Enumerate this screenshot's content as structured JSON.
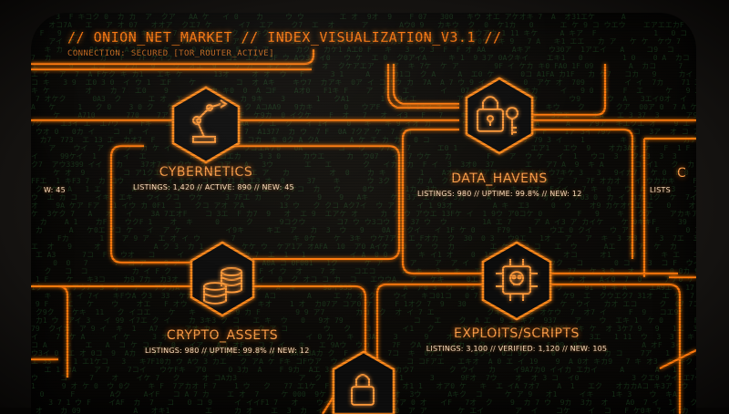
{
  "header": {
    "title": "// ONION_NET_MARKET // INDEX_VISUALIZATION_V3.1 //",
    "connection": "CONNECTION: SECURED [TOR_ROUTER_ACTIVE]"
  },
  "nodes": [
    {
      "name": "CYBERNETICS",
      "stats": "LISTINGS: 1,420 // ACTIVE: 890 // NEW: 45",
      "icon": "robotic-arm-icon"
    },
    {
      "name": "DATA_HAVENS",
      "stats": "LISTINGS: 980 // UPTIME: 99.8% // NEW: 12",
      "icon": "padlock-key-icon"
    },
    {
      "name": "CRYPTO_ASSETS",
      "stats": "LISTINGS: 980 // UPTIME: 99.8% // NEW: 12",
      "icon": "coin-stack-icon"
    },
    {
      "name": "EXPLOITS/SCRIPTS",
      "stats": "LISTINGS: 3,100 // VERIFIED: 1,120 // NEW: 105",
      "icon": "skull-chip-icon"
    }
  ],
  "partial": {
    "left_stats": "W: 45",
    "right_name": "C",
    "right_stats": "LISTS"
  },
  "colors": {
    "accent": "#ff7a10",
    "glow": "#ffa04a",
    "rain": "#2f7a3a",
    "background": "#090806"
  }
}
